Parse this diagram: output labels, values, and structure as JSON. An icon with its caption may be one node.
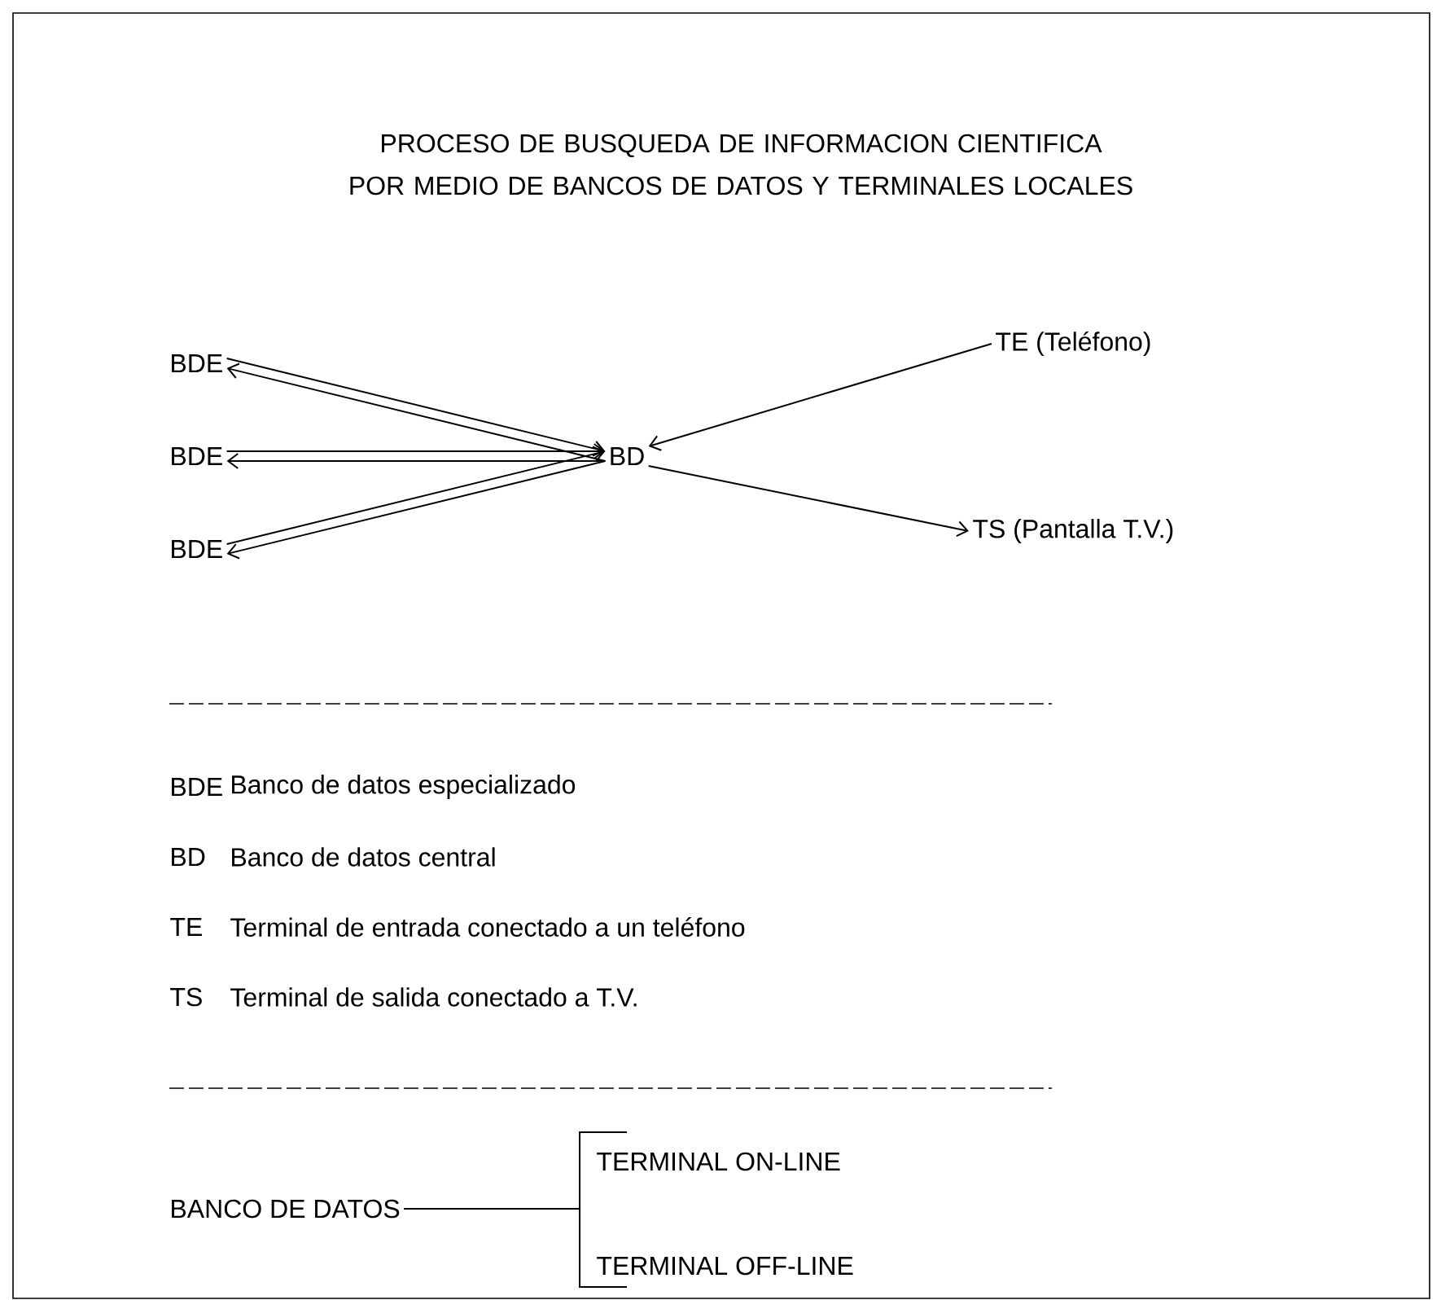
{
  "diagram": {
    "title": "PROCESO DE BUSQUEDA DE INFORMACION CIENTIFICA POR MEDIO DE BANCOS DE DATOS Y TERMINALES LOCALES",
    "nodes": [
      {
        "text": [
          "BDE"
        ]
      },
      {
        "text": [
          "BDE"
        ]
      },
      {
        "text": [
          "BDE"
        ]
      },
      {
        "text": [
          "BD"
        ]
      },
      {
        "text": [
          "TE (Teléfono)"
        ]
      },
      {
        "text": [
          "TS (Pantalla T.V.)"
        ]
      },
      {
        "text": [
          "BANCO DE DATOS"
        ]
      },
      {
        "text": [
          "TERMINAL ON-LINE"
        ]
      },
      {
        "text": [
          "TERMINAL OFF-LINE"
        ]
      }
    ],
    "edges": [
      {
        "from": 0,
        "to": 3,
        "arrow": "to"
      },
      {
        "from": 3,
        "to": 0,
        "arrow": "to"
      },
      {
        "from": 1,
        "to": 3,
        "arrow": "to"
      },
      {
        "from": 3,
        "to": 1,
        "arrow": "to"
      },
      {
        "from": 2,
        "to": 3,
        "arrow": "to"
      },
      {
        "from": 3,
        "to": 2,
        "arrow": "to"
      },
      {
        "from": 4,
        "to": 3,
        "arrow": "to"
      },
      {
        "from": 3,
        "to": 5,
        "arrow": "to"
      },
      {
        "from": 6,
        "to": 7,
        "arrow": "none"
      },
      {
        "from": 6,
        "to": 8,
        "arrow": "none"
      }
    ],
    "labels": [
      "BDE",
      "Banco de datos especializado",
      "BD",
      "Banco de datos central",
      "TE",
      "Terminal de entrada conectado a un teléfono",
      "TS",
      "Terminal de salida conectado a T.V."
    ]
  }
}
